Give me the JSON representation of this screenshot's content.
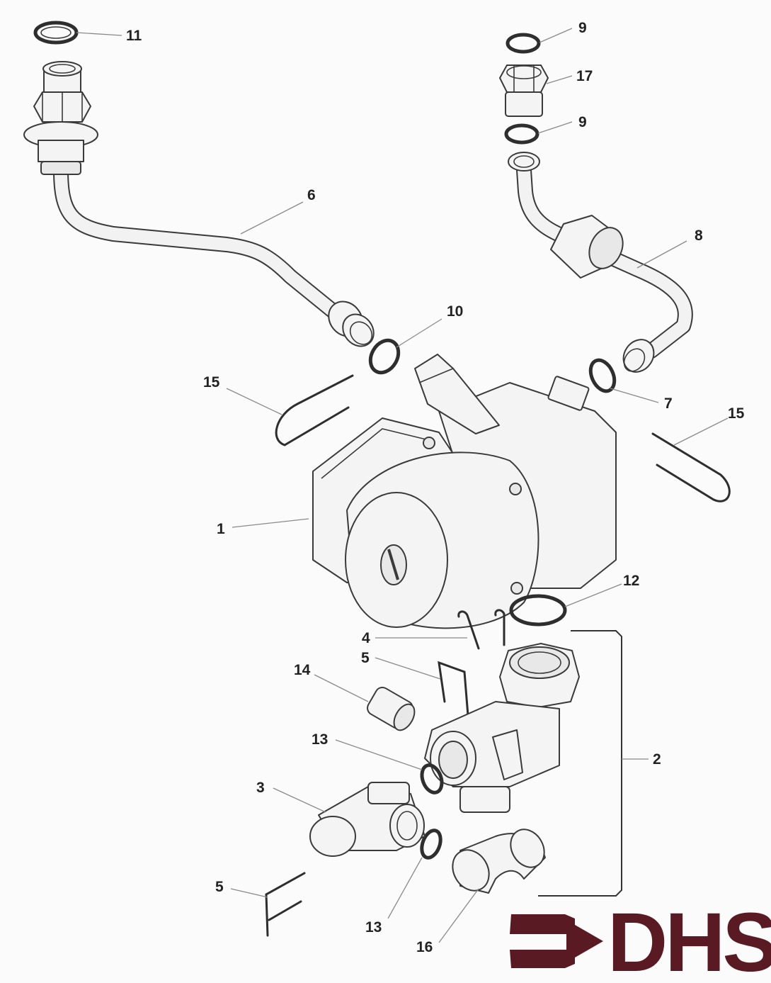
{
  "callouts": [
    {
      "key": "11",
      "text": "11"
    },
    {
      "key": "9a",
      "text": "9"
    },
    {
      "key": "17",
      "text": "17"
    },
    {
      "key": "9b",
      "text": "9"
    },
    {
      "key": "6",
      "text": "6"
    },
    {
      "key": "8",
      "text": "8"
    },
    {
      "key": "10",
      "text": "10"
    },
    {
      "key": "15a",
      "text": "15"
    },
    {
      "key": "7",
      "text": "7"
    },
    {
      "key": "15b",
      "text": "15"
    },
    {
      "key": "1",
      "text": "1"
    },
    {
      "key": "12",
      "text": "12"
    },
    {
      "key": "4",
      "text": "4"
    },
    {
      "key": "5a",
      "text": "5"
    },
    {
      "key": "14",
      "text": "14"
    },
    {
      "key": "2",
      "text": "2"
    },
    {
      "key": "13a",
      "text": "13"
    },
    {
      "key": "3",
      "text": "3"
    },
    {
      "key": "5b",
      "text": "5"
    },
    {
      "key": "13b",
      "text": "13"
    },
    {
      "key": "16",
      "text": "16"
    }
  ],
  "logo": {
    "text": "DHS",
    "color": "#5a1a24"
  }
}
